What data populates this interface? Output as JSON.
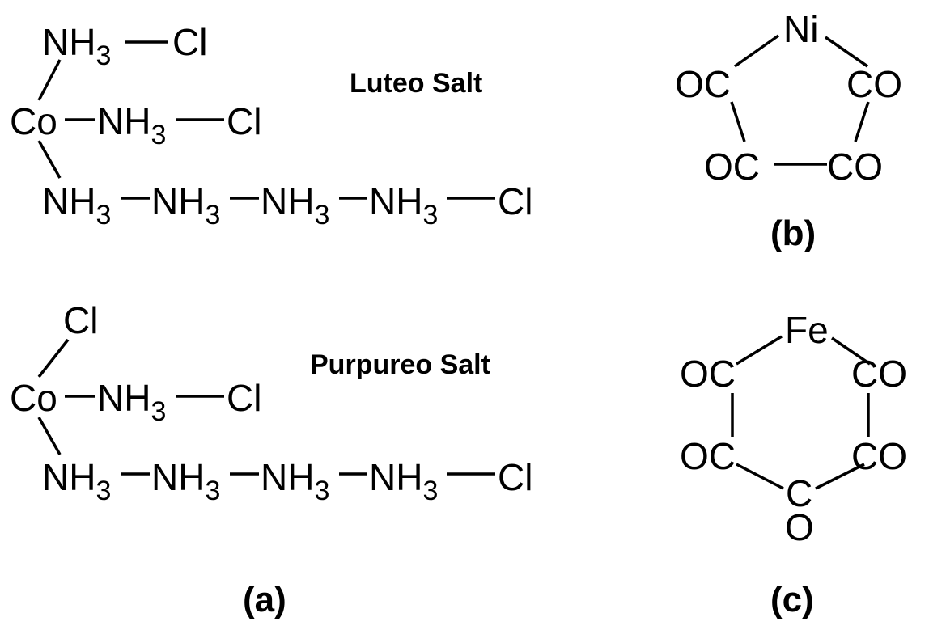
{
  "luteo": {
    "title": "Luteo Salt",
    "metal": "Co",
    "nh3": "NH",
    "sub3": "3",
    "cl": "Cl"
  },
  "purpureo": {
    "title": "Purpureo Salt",
    "metal": "Co",
    "nh3": "NH",
    "sub3": "3",
    "cl": "Cl"
  },
  "nickel": {
    "metal": "Ni",
    "co": "CO",
    "oc": "OC"
  },
  "iron": {
    "metal": "Fe",
    "co": "CO",
    "oc": "OC",
    "c": "C",
    "o": "O"
  },
  "captions": {
    "a": "(a)",
    "b": "(b)",
    "c": "(c)"
  }
}
